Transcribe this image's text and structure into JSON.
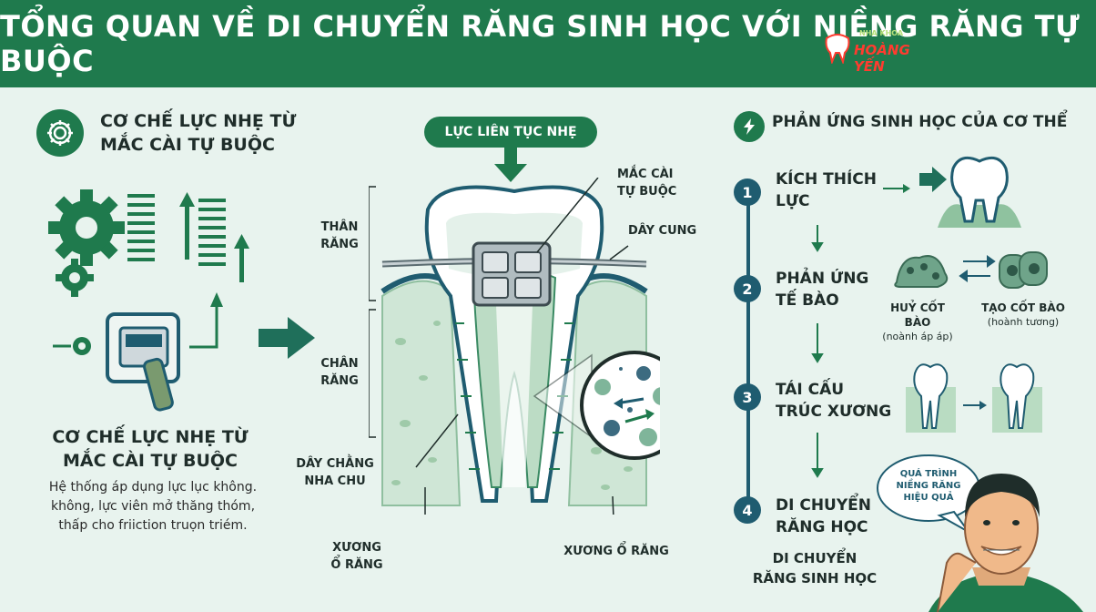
{
  "header": {
    "title": "TỔNG QUAN VỀ DI CHUYỂN RĂNG SINH HỌC VỚI NIỀNG RĂNG TỰ BUỘC",
    "logo_small": "NHA KHOA",
    "logo_main": "HOÀNG YẾN"
  },
  "left": {
    "title_line1": "CƠ CHẾ LỰC NHẸ TỪ",
    "title_line2": "MẮC CÀI TỰ BUỘC",
    "big_line1": "CƠ CHẾ LỰC NHẸ TỪ",
    "big_line2": "MẮC CÀI TỰ BUỘC",
    "desc_line1": "Hệ thống áp dụng lực lục không.",
    "desc_line2": "không, lực viên mở thăng thóm,",
    "desc_line3": "thấp cho friiction truọn triém."
  },
  "center": {
    "pill": "LỰC LIÊN TỤC NHẸ",
    "crown_line1": "THÂN",
    "crown_line2": "RĂNG",
    "root_line1": "CHÂN",
    "root_line2": "RĂNG",
    "bracket_line1": "MẮC CÀI",
    "bracket_line2": "TỰ BUỘC",
    "wire": "DÂY CUNG",
    "ligament_line1": "DÂY CHẰNG",
    "ligament_line2": "NHA CHU",
    "bone_left_line1": "XƯƠNG",
    "bone_left_line2": "Ổ RĂNG",
    "bone_right": "XƯƠNG Ổ RĂNG"
  },
  "right": {
    "title": "PHẢN ỨNG SINH HỌC CỦA CƠ THỂ",
    "steps": [
      {
        "num": "1",
        "line1": "KÍCH THÍCH",
        "line2": "LỰC"
      },
      {
        "num": "2",
        "line1": "PHẢN ỨNG",
        "line2": "TẾ BÀO"
      },
      {
        "num": "3",
        "line1": "TÁI CẤU",
        "line2": "TRÚC XƯƠNG"
      },
      {
        "num": "4",
        "line1": "DI CHUYỂN",
        "line2": "RĂNG HỌC"
      }
    ],
    "osteoclast": "HUỶ CỐT BÀO",
    "osteoclast_sub": "(noành áp áp)",
    "osteoblast": "TẠO CỐT BÀO",
    "osteoblast_sub": "(hoành tương)",
    "bubble_line1": "QUÁ TRÌNH",
    "bubble_line2": "NIỀNG RĂNG",
    "bubble_line3": "HIỆU QUẢ",
    "caption_line1": "DI CHUYỂN",
    "caption_line2": "RĂNG SINH HỌC"
  },
  "colors": {
    "primary_green": "#1f7a4d",
    "dark_teal": "#1f5c70",
    "background": "#e8f3ee",
    "light_green": "#cfe6d6",
    "logo_red": "#ff3b2f"
  },
  "icons": [
    "gear-icon",
    "lightning-icon",
    "arrow-right-icon",
    "arrow-down-icon",
    "spring-icon",
    "tooth-icon"
  ]
}
